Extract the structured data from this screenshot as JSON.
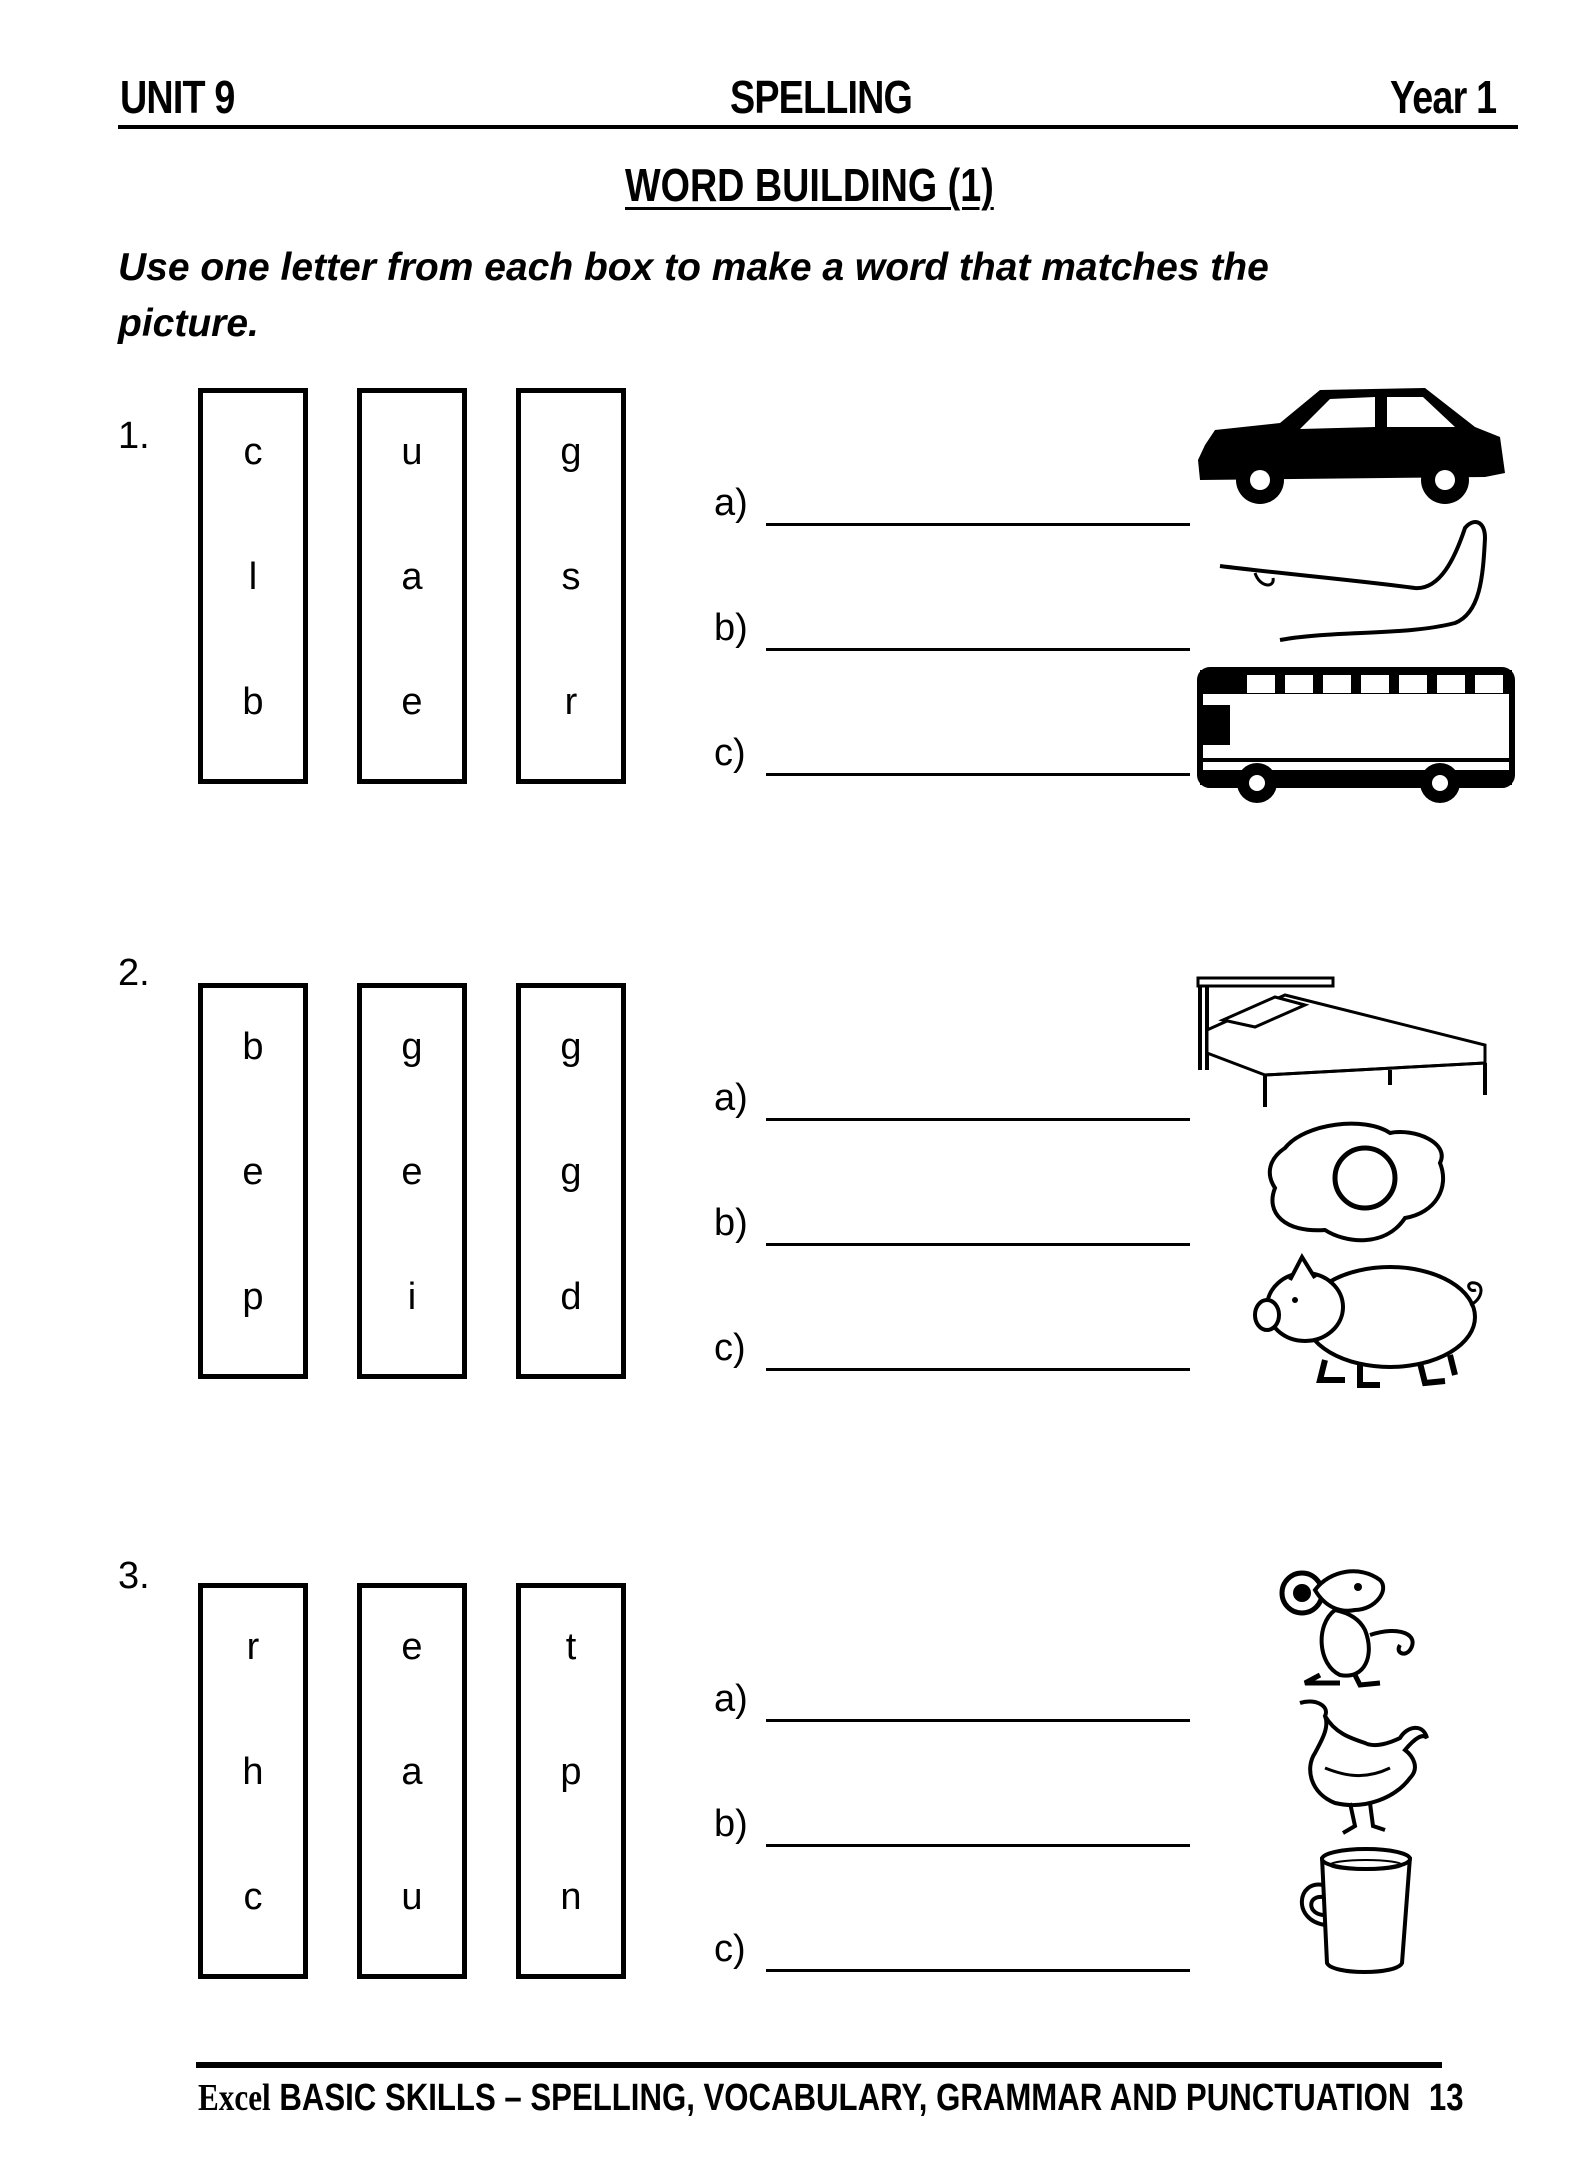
{
  "header": {
    "unit": "UNIT 9",
    "subject": "SPELLING",
    "year": "Year 1"
  },
  "title": "WORD BUILDING (1)",
  "instruction": "Use one letter from each box to make a word that matches the picture.",
  "questions": [
    {
      "number": "1.",
      "columns": [
        [
          "c",
          "l",
          "b"
        ],
        [
          "u",
          "a",
          "e"
        ],
        [
          "g",
          "s",
          "r"
        ]
      ],
      "answers": [
        "a)",
        "b)",
        "c)"
      ],
      "pictures": [
        "car-icon",
        "leg-icon",
        "bus-icon"
      ]
    },
    {
      "number": "2.",
      "columns": [
        [
          "b",
          "e",
          "p"
        ],
        [
          "g",
          "e",
          "i"
        ],
        [
          "g",
          "g",
          "d"
        ]
      ],
      "answers": [
        "a)",
        "b)",
        "c)"
      ],
      "pictures": [
        "bed-icon",
        "egg-icon",
        "pig-icon"
      ]
    },
    {
      "number": "3.",
      "columns": [
        [
          "r",
          "h",
          "c"
        ],
        [
          "e",
          "a",
          "u"
        ],
        [
          "t",
          "p",
          "n"
        ]
      ],
      "answers": [
        "a)",
        "b)",
        "c)"
      ],
      "pictures": [
        "rat-icon",
        "hen-icon",
        "cup-icon"
      ]
    }
  ],
  "footer": {
    "brand": "Excel",
    "text": "BASIC SKILLS – SPELLING, VOCABULARY, GRAMMAR AND PUNCTUATION",
    "page": "13"
  }
}
